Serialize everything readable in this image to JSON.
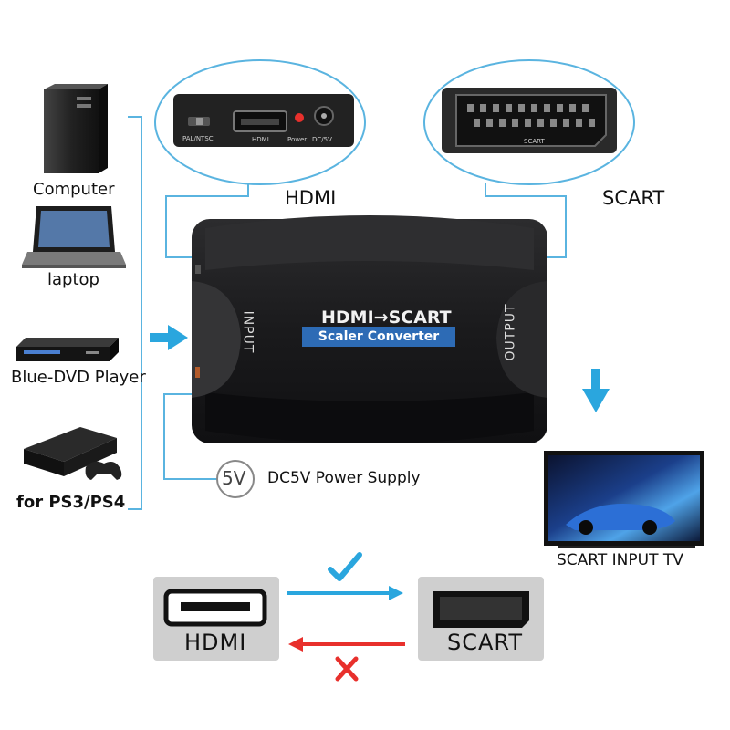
{
  "devices": {
    "computer": "Computer",
    "laptop": "laptop",
    "bluray": "Blue-DVD Player",
    "console": "for PS3/PS4"
  },
  "callouts": {
    "hdmi_title": "HDMI",
    "scart_title": "SCART",
    "hdmi_port_labels": {
      "switch": "PAL/NTSC",
      "hdmi": "HDMI",
      "power": "Power",
      "dc": "DC/5V"
    },
    "scart_port_label": "SCART"
  },
  "converter": {
    "title": "HDMI→SCART",
    "subtitle": "Scaler Converter",
    "input_label": "INPUT",
    "output_label": "OUTPUT"
  },
  "power": {
    "badge": "5V",
    "label": "DC5V Power Supply"
  },
  "tv": {
    "label": "SCART INPUT TV"
  },
  "direction": {
    "left_tile": "HDMI",
    "right_tile": "SCART",
    "forward": "supported",
    "reverse": "not supported"
  },
  "colors": {
    "line_blue": "#5ab4e0",
    "arrow_blue": "#2aa6de",
    "arrow_red": "#e8302c",
    "badge_blue": "#2d6bb5",
    "device_body": "#1c1c1e"
  }
}
